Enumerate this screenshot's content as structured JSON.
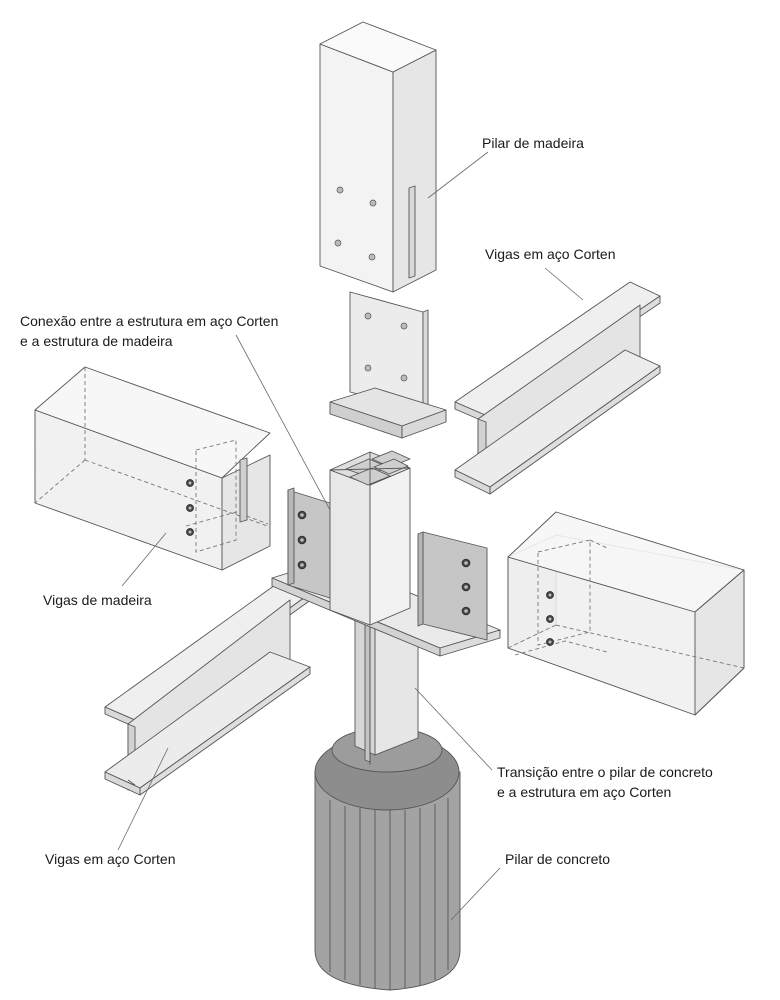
{
  "labels": {
    "pilar_madeira": "Pilar de madeira",
    "vigas_aco_top": "Vigas em aço Corten",
    "conexao_1": "Conexão entre a estrutura em aço Corten",
    "conexao_2": "e a estrutura de madeira",
    "vigas_madeira": "Vigas de madeira",
    "transicao_1": "Transição entre o pilar de concreto",
    "transicao_2": "e a estrutura em aço Corten",
    "vigas_aco_bottom": "Vigas em aço Corten",
    "pilar_concreto": "Pilar de concreto"
  },
  "colors": {
    "light": "#efefef",
    "mid": "#e2e2e2",
    "dark": "#cfcfcf",
    "plate": "#c9c9c9",
    "concrete": "#9a9a9a"
  }
}
